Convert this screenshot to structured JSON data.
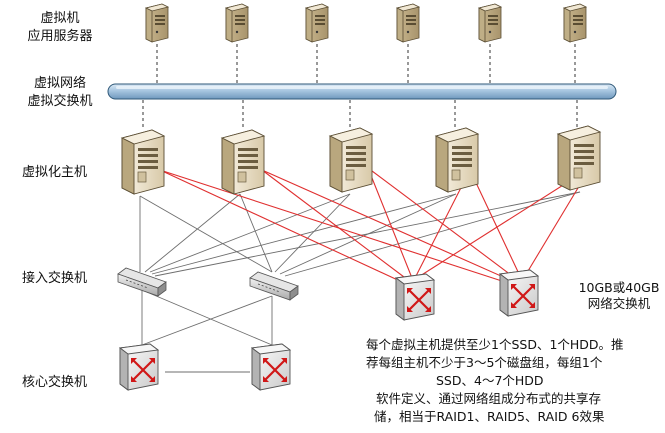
{
  "labels": {
    "vm_line1": "虚拟机",
    "vm_line2": "应用服务器",
    "vswitch_line1": "虚拟网络",
    "vswitch_line2": "虚拟交换机",
    "host": "虚拟化主机",
    "access": "接入交换机",
    "core": "核心交换机",
    "net_switch_line1": "10GB或40GB",
    "net_switch_line2": "网络交换机"
  },
  "notes": [
    "每个虚拟主机提供至少1个SSD、1个HDD。推",
    "荐每组主机不少于3～5个磁盘组，每组1个",
    "SSD、4～7个HDD",
    "软件定义、通过网络组成分布式的共享存",
    "储，相当于RAID1、RAID5、RAID 6效果"
  ],
  "colors": {
    "red_link": "#e03030",
    "grey_link": "#6e6e6e",
    "vswitch_bar": "#9dbfdc",
    "server_body": "#e7dcc4"
  },
  "icons": {
    "vm": "server-tower-icon",
    "host": "server-tower-icon",
    "access": "access-switch-icon",
    "core": "core-router-icon",
    "storage": "network-switch-icon",
    "vswitch": "virtual-switch-bar"
  }
}
